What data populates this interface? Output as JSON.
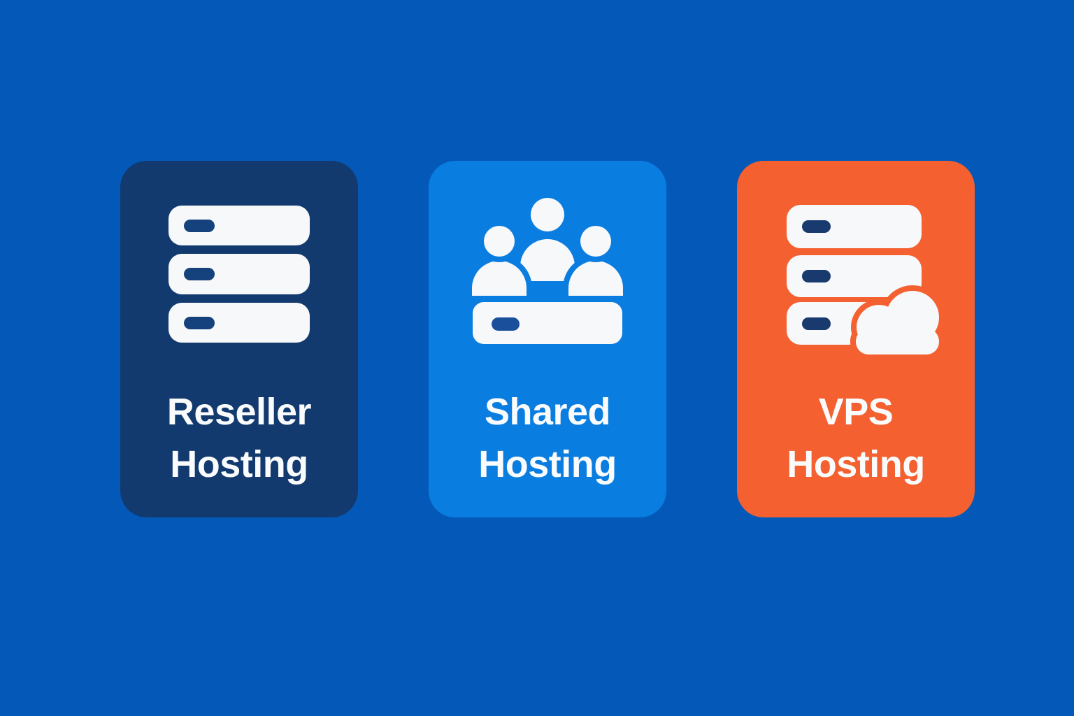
{
  "page": {
    "background_color": "#0459b8"
  },
  "cards": [
    {
      "id": "reseller-hosting",
      "title_line1": "Reseller",
      "title_line2": "Hosting",
      "background_color": "#123a6e",
      "icon": "server-stack-icon",
      "icon_fill": "#f7f8fa",
      "indicator_color": "#15427c",
      "text_color": "#fafbfc"
    },
    {
      "id": "shared-hosting",
      "title_line1": "Shared",
      "title_line2": "Hosting",
      "background_color": "#0a7de0",
      "icon": "users-group-server-icon",
      "icon_fill": "#f7f8fa",
      "indicator_color": "#1a4f9c",
      "text_color": "#fafbfc"
    },
    {
      "id": "vps-hosting",
      "title_line1": "VPS",
      "title_line2": "Hosting",
      "background_color": "#f4602f",
      "icon": "server-cloud-icon",
      "icon_fill": "#f7f8fa",
      "indicator_color": "#183a6e",
      "text_color": "#fafbfc"
    }
  ]
}
